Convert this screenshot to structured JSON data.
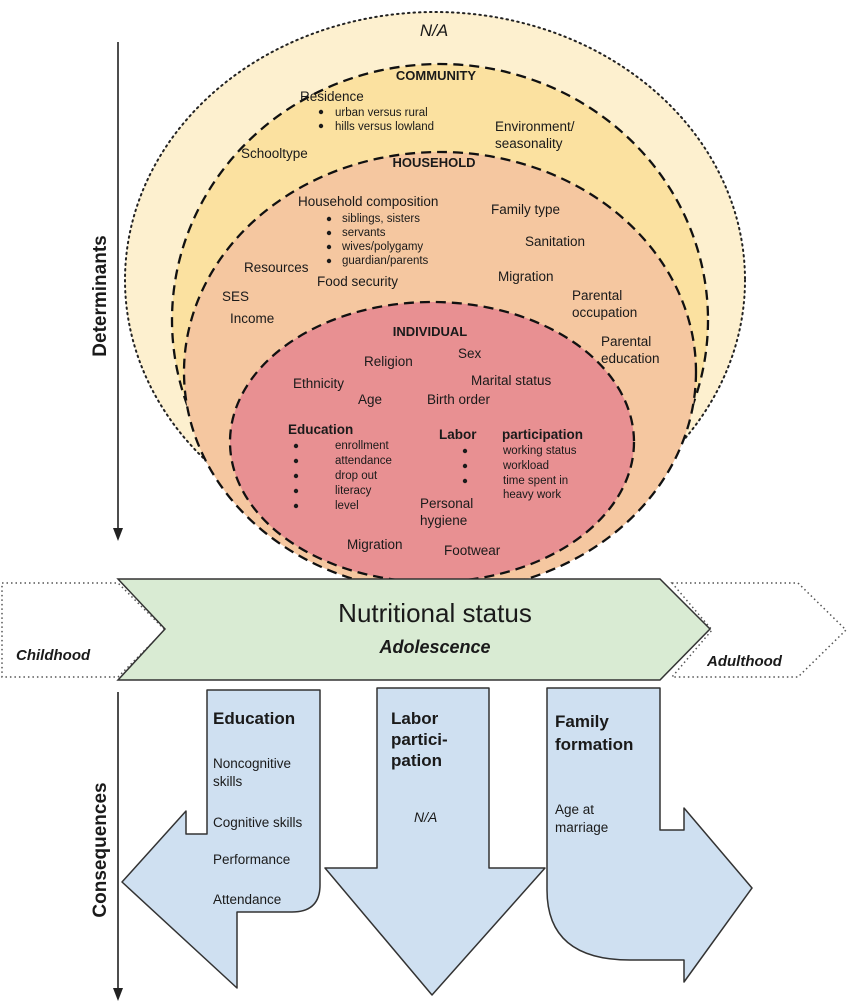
{
  "outer": {
    "label": "N/A"
  },
  "axes": {
    "determinants": "Determinants",
    "consequences": "Consequences"
  },
  "community": {
    "title": "COMMUNITY",
    "residence": "Residence",
    "residence_items": [
      "urban versus rural",
      "hills versus lowland"
    ],
    "environment": [
      "Environment/",
      "seasonality"
    ],
    "schooltype": "Schooltype"
  },
  "household": {
    "title": "HOUSEHOLD",
    "composition": "Household composition",
    "composition_items": [
      "siblings, sisters",
      "servants",
      "wives/polygamy",
      "guardian/parents"
    ],
    "family_type": "Family type",
    "sanitation": "Sanitation",
    "resources": "Resources",
    "food_security": "Food security",
    "migration": "Migration",
    "ses": "SES",
    "income": "Income",
    "parental_occupation": [
      "Parental",
      "occupation"
    ],
    "parental_education": [
      "Parental",
      "education"
    ]
  },
  "individual": {
    "title": "INDIVIDUAL",
    "sex": "Sex",
    "religion": "Religion",
    "ethnicity": "Ethnicity",
    "marital_status": "Marital status",
    "age": "Age",
    "birth_order": "Birth order",
    "education_title": "Education",
    "education_items": [
      "enrollment",
      "attendance",
      "drop out",
      "literacy",
      "level"
    ],
    "labor_title": "Labor",
    "participation_title": "participation",
    "labor_items": [
      "working status",
      "workload",
      "time spent in",
      "heavy work"
    ],
    "personal_hygiene": [
      "Personal",
      "hygiene"
    ],
    "migration": "Migration",
    "footwear": "Footwear"
  },
  "timeline": {
    "main": "Nutritional status",
    "sub": "Adolescence",
    "childhood": "Childhood",
    "adulthood": "Adulthood"
  },
  "consequences": {
    "education": {
      "title": "Education",
      "items": [
        "Noncognitive",
        "skills",
        "Cognitive skills",
        "Performance",
        "Attendance"
      ]
    },
    "labor": {
      "title": [
        "Labor",
        "partici-",
        "pation"
      ],
      "na": "N/A"
    },
    "family": {
      "title": [
        "Family",
        "formation"
      ],
      "items": [
        "Age at",
        "marriage"
      ]
    }
  },
  "colors": {
    "outer_fill": "#fdf0cf",
    "community_fill": "#fbe1a0",
    "household_fill": "#f5c7a0",
    "individual_fill": "#e89092",
    "arrow_fill": "#d9ebd3",
    "consequence_fill": "#cfe0f1"
  }
}
